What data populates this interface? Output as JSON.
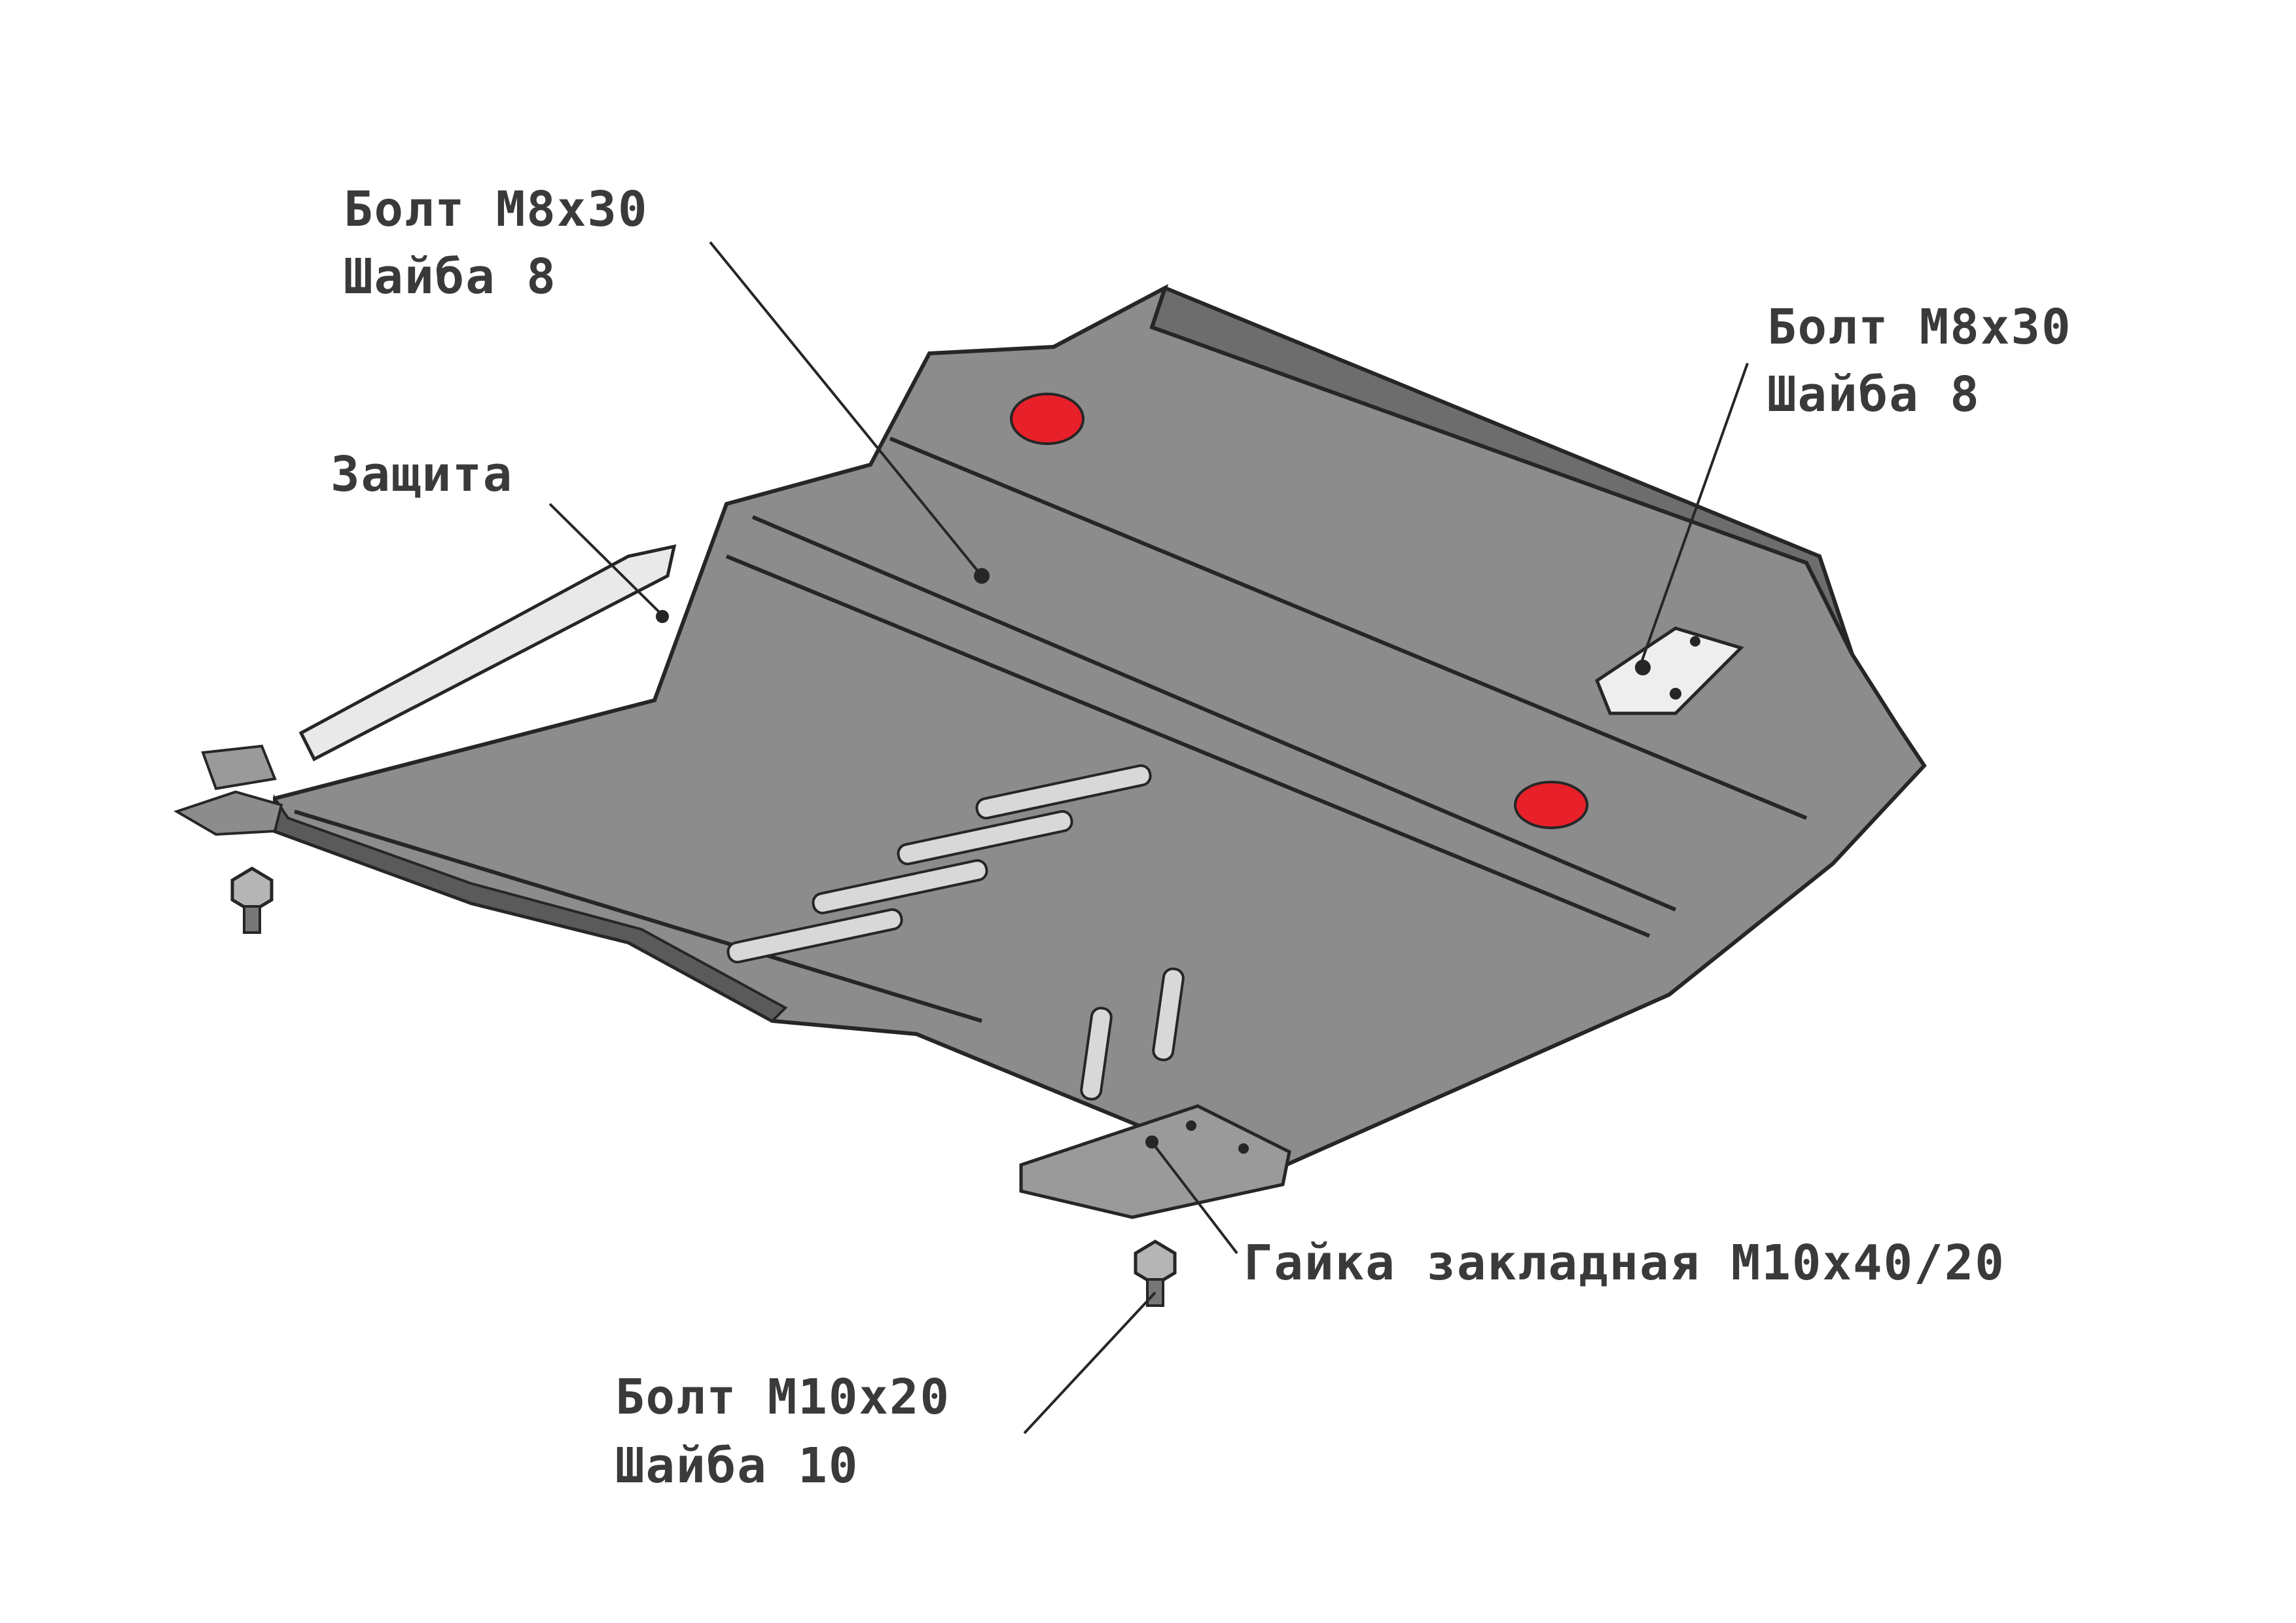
{
  "colors": {
    "background": "#ffffff",
    "plate_top": "#8c8c8c",
    "plate_edge": "#6d6d6d",
    "plate_outline": "#262626",
    "red_marker": "#e8202a",
    "slot": "#d8d8d8",
    "label": "#3a3a3a"
  },
  "labels": {
    "bolt_top_left": {
      "line1": "Болт М8х30",
      "line2": "Шайба 8"
    },
    "bolt_top_right": {
      "line1": "Болт М8х30",
      "line2": "Шайба 8"
    },
    "guard": {
      "line1": "Защита"
    },
    "embedded_nut": {
      "line1": "Гайка закладная М10х40/20"
    },
    "bolt_bottom": {
      "line1": "Болт М10х20",
      "line2": "Шайба 10"
    }
  },
  "icons": {
    "red_marker_count": 2,
    "bolt_icon_count": 2
  }
}
